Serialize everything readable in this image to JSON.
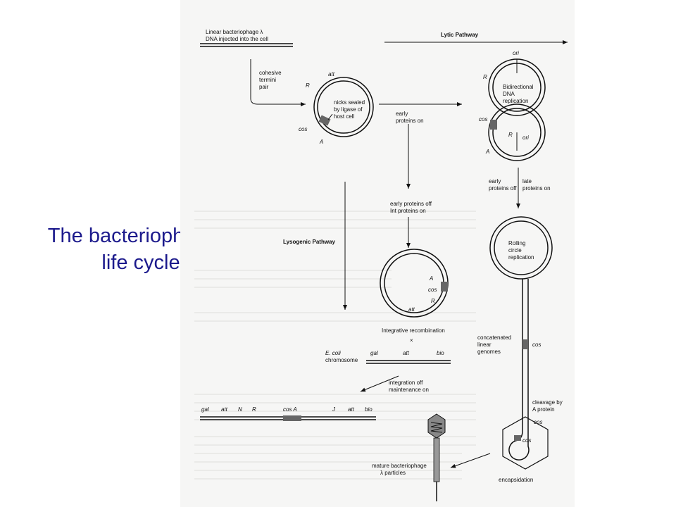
{
  "slide": {
    "title_line1": "The bacteriophage λ",
    "title_line2": "life cycle"
  },
  "diagram": {
    "top_left": {
      "dna_line1": "Linear bacteriophage λ",
      "dna_line2": "DNA injected into the cell",
      "cohesive1": "cohesive",
      "cohesive2": "termini",
      "cohesive3": "pair",
      "att": "att",
      "R": "R",
      "cos": "cos",
      "A": "A",
      "nicks1": "nicks sealed",
      "nicks2": "by ligase of",
      "nicks3": "host cell",
      "early1": "early",
      "early2": "proteins on"
    },
    "lytic": {
      "pathway": "Lytic Pathway",
      "ori": "ori",
      "R": "R",
      "cos": "cos",
      "A": "A",
      "R2": "R",
      "ori2": "ori",
      "bidir1": "Bidirectional",
      "bidir2": "DNA",
      "bidir3": "replication",
      "early_off1": "early",
      "early_off2": "proteins off",
      "late_on1": "late",
      "late_on2": "proteins on",
      "rolling1": "Rolling",
      "rolling2": "circle",
      "rolling3": "replication",
      "concat1": "concatenated",
      "concat2": "linear",
      "concat3": "genomes",
      "cos_concat": "cos",
      "cleavage1": "cleavage by",
      "cleavage2": "A protein",
      "cos_lower": "cos",
      "cos_inner": "cos",
      "encapsidation": "encapsidation",
      "mature1": "mature bacteriophage",
      "mature2": "λ particles"
    },
    "lysogenic": {
      "pathway": "Lysogenic Pathway",
      "int1": "early proteins off",
      "int2": "Int proteins on",
      "A": "A",
      "cos": "cos",
      "R": "R",
      "att": "att",
      "integrative": "Integrative recombination",
      "cross": "×",
      "ecoli1": "E. coli",
      "ecoli2": "chromosome",
      "gal": "gal",
      "att_chr": "att",
      "bio": "bio",
      "integ1": "integration off",
      "integ2": "maintenance on",
      "prophage": {
        "gal": "gal",
        "att1": "att",
        "N": "N",
        "R": "R",
        "cosA": "cos A",
        "J": "J",
        "att2": "att",
        "bio": "bio"
      }
    }
  }
}
